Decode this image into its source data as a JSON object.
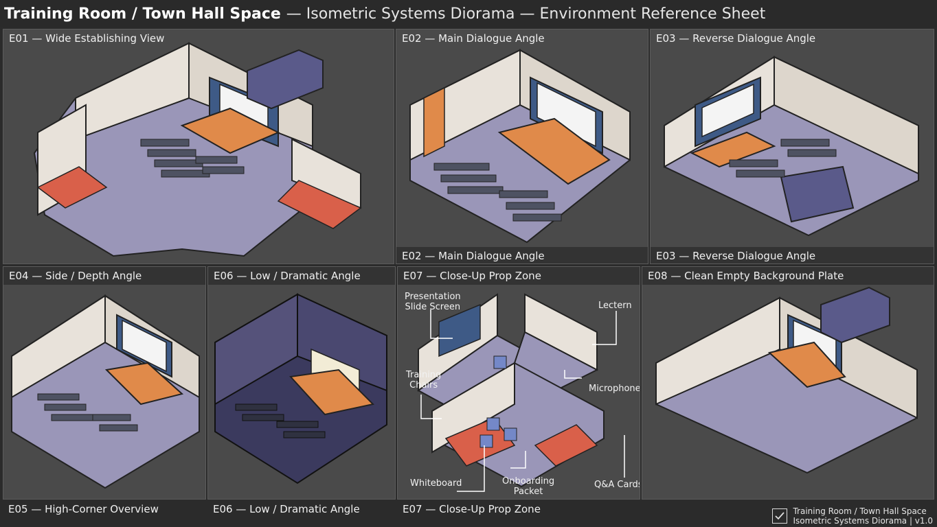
{
  "sheet": {
    "title_bold": "Training Room / Town Hall Space",
    "title_rest": "— Isometric Systems Diorama — Environment Reference Sheet"
  },
  "panels": {
    "e01": {
      "label": "E01 — Wide Establishing View"
    },
    "e02": {
      "label": "E02 — Main Dialogue Angle",
      "bottom": "E02 — Main Dialogue Angle"
    },
    "e03": {
      "label": "E03 — Reverse Dialogue Angle",
      "bottom": "E03 — Reverse Dialogue Angle"
    },
    "e04": {
      "label": "E04 — Side / Depth Angle"
    },
    "e06": {
      "label": "E06 — Low / Dramatic Angle"
    },
    "e07": {
      "label": "E07 — Close-Up Prop Zone",
      "callouts": {
        "presentation": "Presentation\nSlide Screen",
        "lectern": "Lectern",
        "training_chairs": "Training\nChairs",
        "microphone": "Microphone",
        "whiteboard": "Whiteboard",
        "onboarding": "Onboarding\nPacket",
        "qa_cards": "Q&A Cards"
      }
    },
    "e08": {
      "label": "E08 — Clean Empty Background Plate"
    }
  },
  "bottom_captions": {
    "e05": "E05 — High-Corner Overview",
    "e06": "E06 — Low / Dramatic Angle",
    "e07": "E07 — Close-Up Prop Zone"
  },
  "footer": {
    "line1": "Training Room / Town Hall Space",
    "line2": "Isometric Systems Diorama | v1.0",
    "icon": "checkmark-icon"
  },
  "palette": {
    "floor": "#9a96b8",
    "wall": "#e8e2da",
    "accent_orange": "#e08a4a",
    "accent_red": "#d9604a",
    "screen_frame": "#3e5a86",
    "chairs": "#4e5262",
    "dark_ink": "#222222"
  }
}
